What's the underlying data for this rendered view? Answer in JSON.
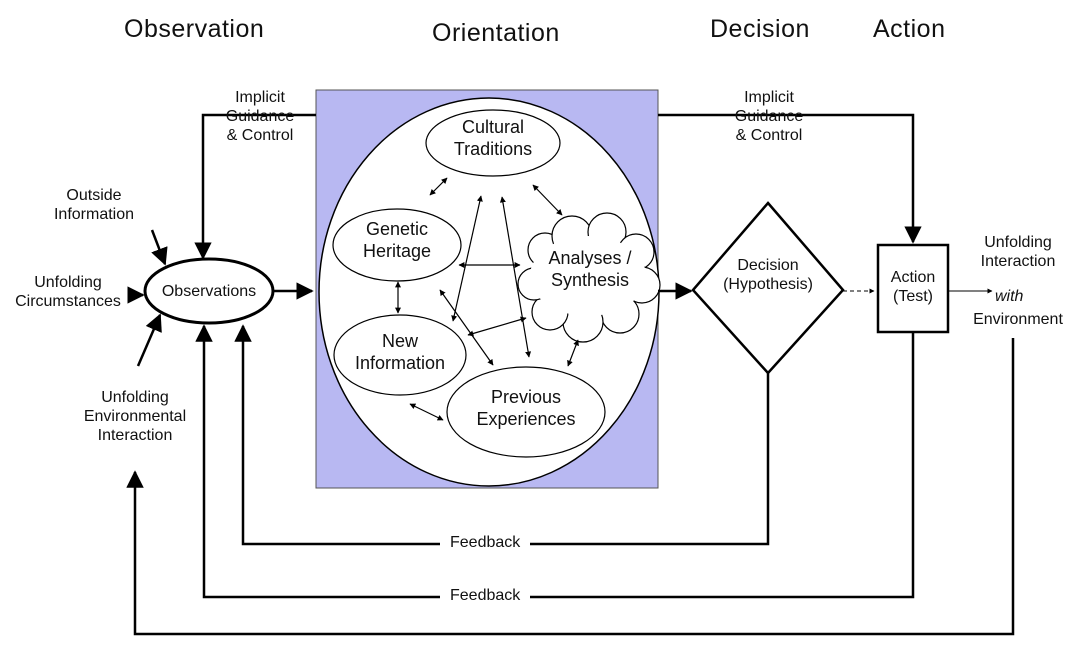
{
  "phases": {
    "observation": "Observation",
    "orientation": "Orientation",
    "decision": "Decision",
    "action": "Action"
  },
  "inputs": {
    "implicit_guidance_left": "Implicit\nGuidance\n& Control",
    "implicit_guidance_right": "Implicit\nGuidance\n& Control",
    "outside_information": "Outside\nInformation",
    "unfolding_circumstances": "Unfolding\nCircumstances",
    "unfolding_env_interaction": "Unfolding\nEnvironmental\nInteraction"
  },
  "nodes": {
    "observations": "Observations",
    "cultural_traditions": "Cultural\nTraditions",
    "genetic_heritage": "Genetic\nHeritage",
    "analyses_synthesis": "Analyses /\nSynthesis",
    "new_information": "New\nInformation",
    "previous_experiences": "Previous\nExperiences",
    "decision": "Decision\n(Hypothesis)",
    "action": "Action\n(Test)"
  },
  "outputs": {
    "unfolding_pre": "Unfolding\nInteraction",
    "with": "with",
    "environment": "Environment"
  },
  "feedback": {
    "label1": "Feedback",
    "label2": "Feedback"
  },
  "colors": {
    "orientation_panel": "#b8b8f2",
    "line": "#000000"
  }
}
